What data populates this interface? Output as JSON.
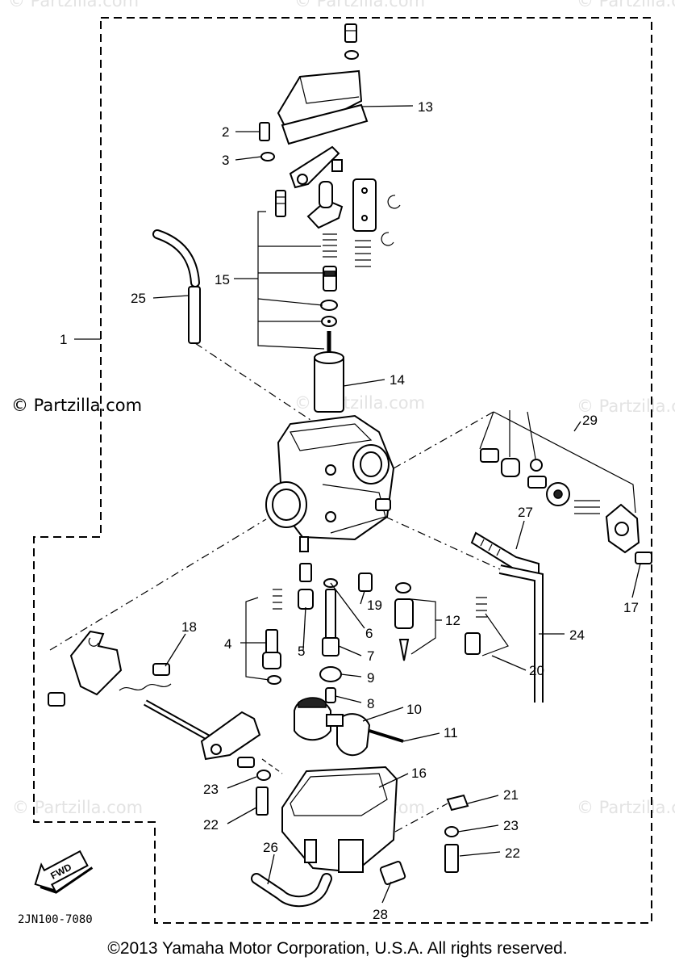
{
  "watermarks": {
    "main": "© Partzilla.com",
    "faded": "© Partzilla.com"
  },
  "drawing_ref": "2JN100-7080",
  "fwd_label": "FWD",
  "copyright": "©2013 Yamaha Motor Corporation, U.S.A. All rights reserved.",
  "callouts": {
    "c1": "1",
    "c2": "2",
    "c3": "3",
    "c4": "4",
    "c5": "5",
    "c6": "6",
    "c7": "7",
    "c8": "8",
    "c9": "9",
    "c10": "10",
    "c11": "11",
    "c12": "12",
    "c13": "13",
    "c14": "14",
    "c15": "15",
    "c16": "16",
    "c17": "17",
    "c18": "18",
    "c19": "19",
    "c20": "20",
    "c21": "21",
    "c22a": "22",
    "c22b": "22",
    "c23a": "23",
    "c23b": "23",
    "c24": "24",
    "c25": "25",
    "c26": "26",
    "c27": "27",
    "c28": "28",
    "c29": "29"
  }
}
